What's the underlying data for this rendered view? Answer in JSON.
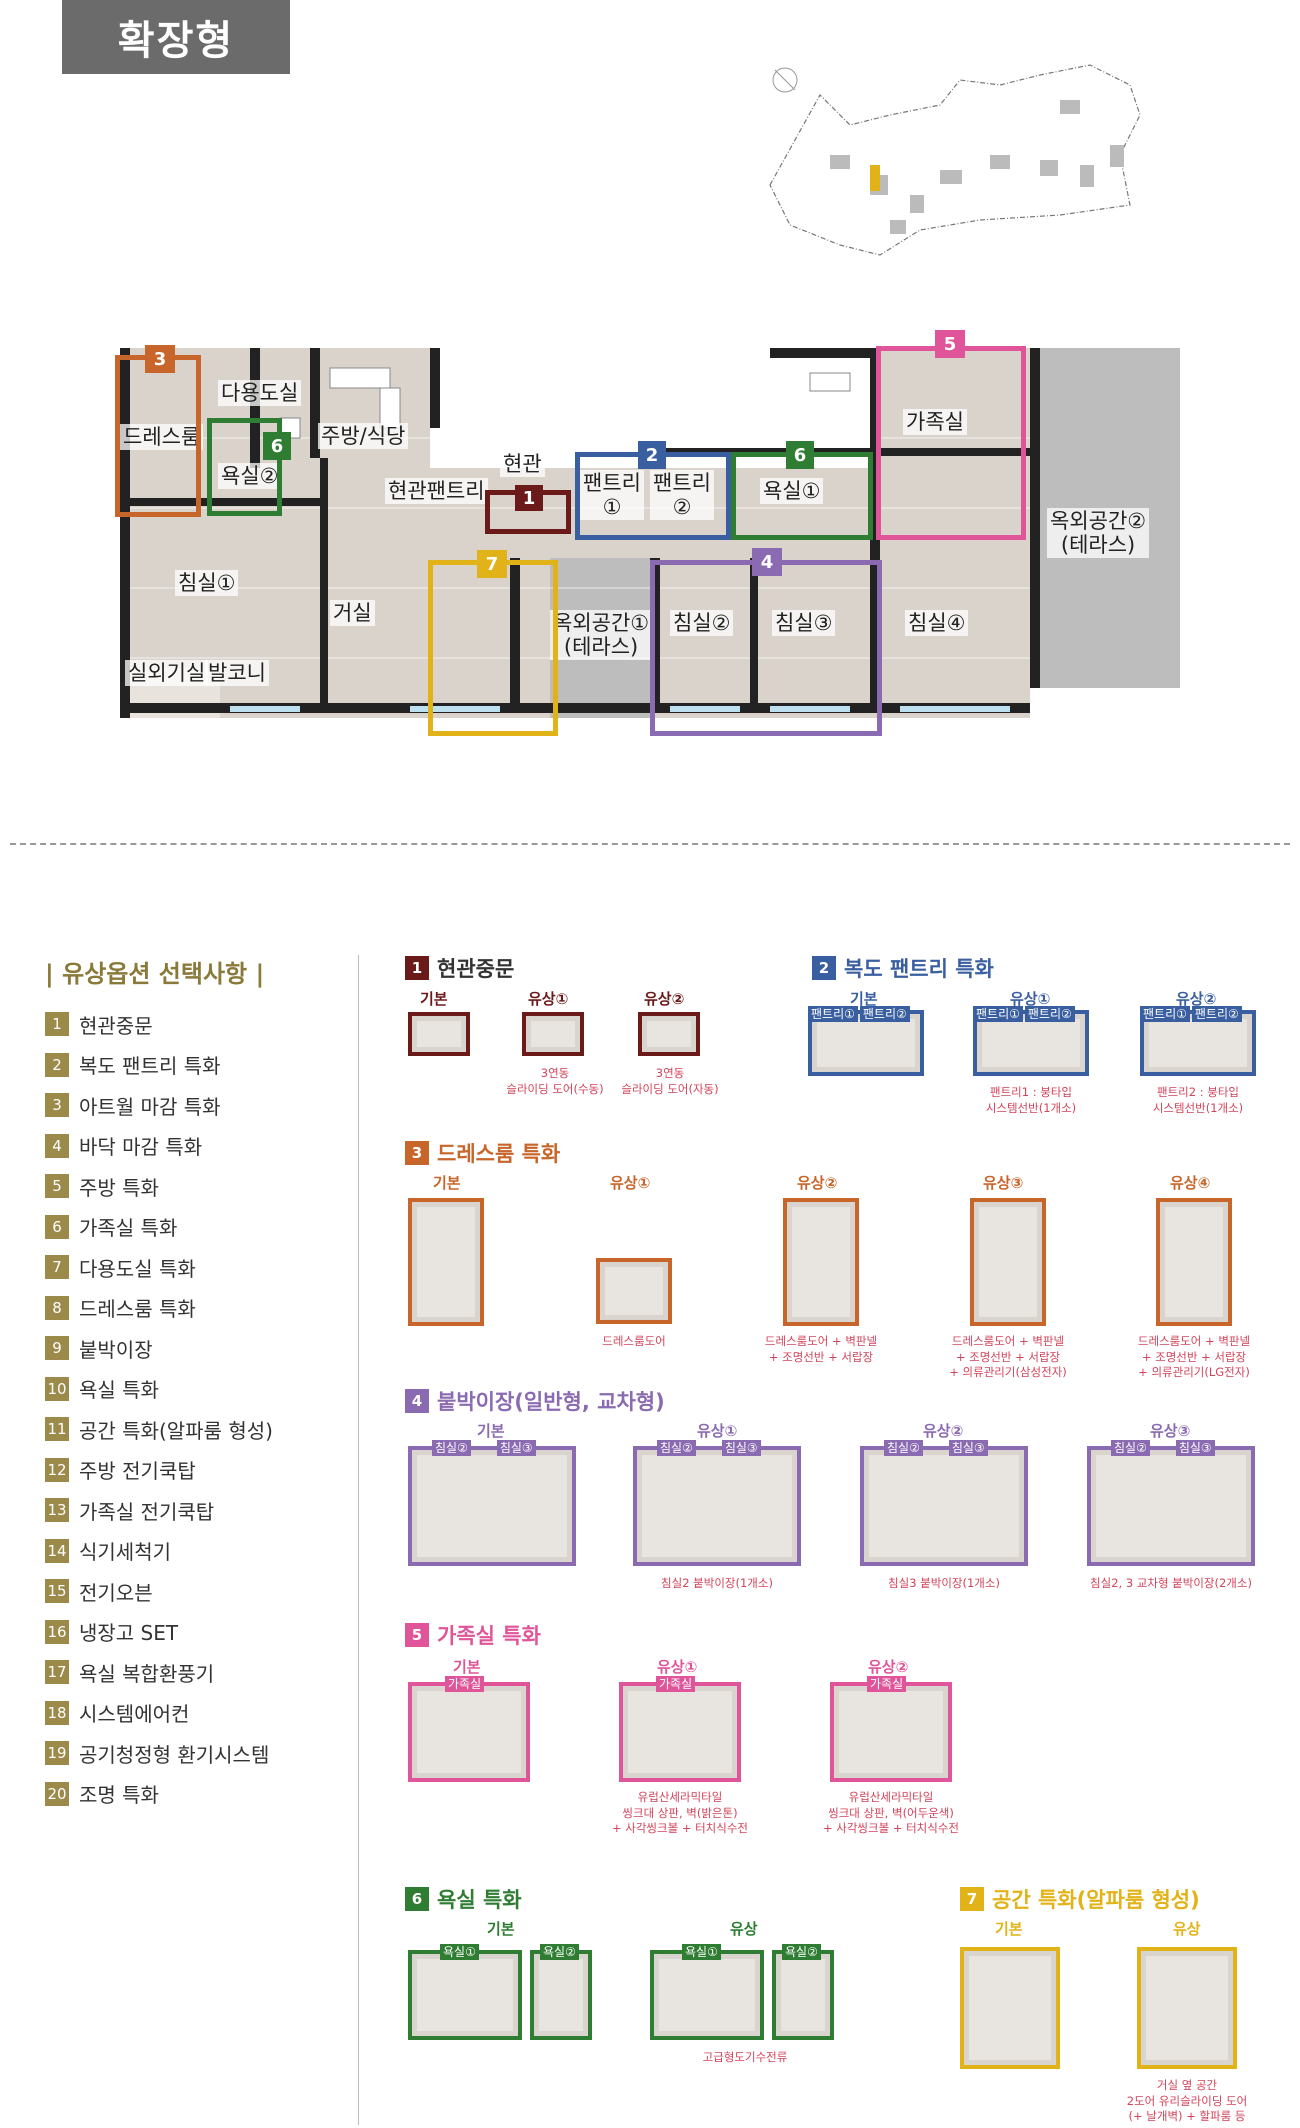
{
  "header": {
    "title": "확장형"
  },
  "plan": {
    "rooms": {
      "dressroom": "드레스룸",
      "utility": "다용도실",
      "kitchen": "주방/식당",
      "bath2": "욕실②",
      "entrance": "현관",
      "entrance_pantry": "현관팬트리",
      "pantry1": "팬트리\n①",
      "pantry2": "팬트리\n②",
      "bath1": "욕실①",
      "family": "가족실",
      "terrace2": "옥외공간②\n(테라스)",
      "bed1": "침실①",
      "living": "거실",
      "terrace1": "옥외공간①\n(테라스)",
      "bed2": "침실②",
      "bed3": "침실③",
      "bed4": "침실④",
      "outdoor_unit": "실외기실",
      "balcony": "발코니"
    },
    "tags": {
      "t1": "1",
      "t2": "2",
      "t3": "3",
      "t4": "4",
      "t5": "5",
      "t6a": "6",
      "t6b": "6",
      "t7": "7"
    }
  },
  "sidebar": {
    "title": "| 유상옵션 선택사항 |",
    "items": [
      {
        "n": "1",
        "label": "현관중문"
      },
      {
        "n": "2",
        "label": "복도 팬트리 특화"
      },
      {
        "n": "3",
        "label": "아트월 마감 특화"
      },
      {
        "n": "4",
        "label": "바닥 마감 특화"
      },
      {
        "n": "5",
        "label": "주방 특화"
      },
      {
        "n": "6",
        "label": "가족실 특화"
      },
      {
        "n": "7",
        "label": "다용도실 특화"
      },
      {
        "n": "8",
        "label": "드레스룸 특화"
      },
      {
        "n": "9",
        "label": "붙박이장"
      },
      {
        "n": "10",
        "label": "욕실 특화"
      },
      {
        "n": "11",
        "label": "공간 특화(알파룸 형성)"
      },
      {
        "n": "12",
        "label": "주방 전기쿡탑"
      },
      {
        "n": "13",
        "label": "가족실 전기쿡탑"
      },
      {
        "n": "14",
        "label": "식기세척기"
      },
      {
        "n": "15",
        "label": "전기오븐"
      },
      {
        "n": "16",
        "label": "냉장고 SET"
      },
      {
        "n": "17",
        "label": "욕실 복합환풍기"
      },
      {
        "n": "18",
        "label": "시스템에어컨"
      },
      {
        "n": "19",
        "label": "공기청정형 환기시스템"
      },
      {
        "n": "20",
        "label": "조명 특화"
      }
    ]
  },
  "colors": {
    "c1": "#6b1a1a",
    "c2": "#3a5fa0",
    "c3": "#c8652a",
    "c4": "#8a6ab0",
    "c5": "#e0559a",
    "c6": "#2e7d32",
    "c7": "#e2b318",
    "side": "#9b8a4a"
  },
  "sections": {
    "s1": {
      "n": "1",
      "title": "현관중문",
      "base": "기본",
      "o1": "유상①",
      "o2": "유상②",
      "note1": "3연동\n슬라이딩 도어(수동)",
      "note2": "3연동\n슬라이딩 도어(자동)"
    },
    "s2": {
      "n": "2",
      "title": "복도 팬트리 특화",
      "base": "기본",
      "o1": "유상①",
      "o2": "유상②",
      "chip1": "팬트리①",
      "chip2": "팬트리②",
      "note1": "팬트리1 : 붕타입\n시스템선반(1개소)",
      "note2": "팬트리2 : 붕타입\n시스템선반(1개소)"
    },
    "s3": {
      "n": "3",
      "title": "드레스룸 특화",
      "base": "기본",
      "o1": "유상①",
      "o2": "유상②",
      "o3": "유상③",
      "o4": "유상④",
      "note1": "드레스룸도어",
      "note2": "드레스룸도어 + 벽판넬\n+ 조명선반 + 서랍장",
      "note3": "드레스룸도어 + 벽판넬\n+ 조명선반 + 서랍장\n+ 의류관리기(삼성전자)",
      "note4": "드레스룸도어 + 벽판넬\n+ 조명선반 + 서랍장\n+ 의류관리기(LG전자)"
    },
    "s4": {
      "n": "4",
      "title": "붙박이장(일반형, 교차형)",
      "base": "기본",
      "o1": "유상①",
      "o2": "유상②",
      "o3": "유상③",
      "chip1": "침실②",
      "chip2": "침실③",
      "note1": "침실2 붙박이장(1개소)",
      "note2": "침실3 붙박이장(1개소)",
      "note3": "침실2, 3 교차형 붙박이장(2개소)"
    },
    "s5": {
      "n": "5",
      "title": "가족실 특화",
      "base": "기본",
      "o1": "유상①",
      "o2": "유상②",
      "chip": "가족실",
      "note1": "유럽산세라믹타일\n씽크대 상판, 벽(밝은톤)\n+ 사각씽크볼 + 터치식수전",
      "note2": "유럽산세라믹타일\n씽크대 상판, 벽(어두운색)\n+ 사각씽크볼 + 터치식수전"
    },
    "s6": {
      "n": "6",
      "title": "욕실 특화",
      "base": "기본",
      "o1": "유상",
      "chip1": "욕실①",
      "chip2": "욕실②",
      "note1": "고급형도기수전류"
    },
    "s7": {
      "n": "7",
      "title": "공간 특화(알파룸 형성)",
      "base": "기본",
      "o1": "유상",
      "note1": "거실 옆 공간\n2도어 유리슬라이딩 도어\n(+ 날개벽) + 할파룸 등"
    }
  }
}
